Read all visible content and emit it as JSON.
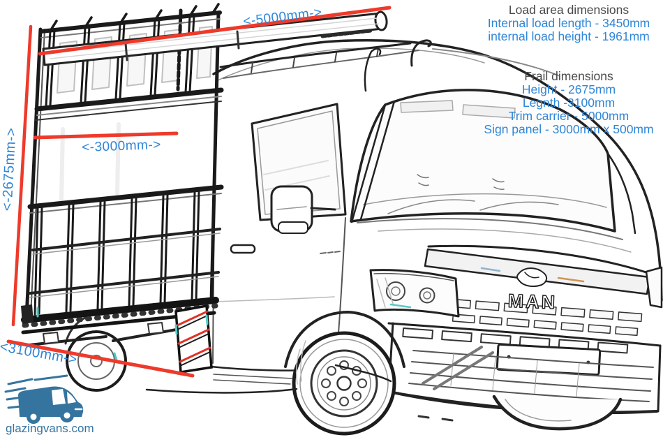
{
  "info": {
    "load_area": {
      "title": "Load area dimensions",
      "lines": [
        "Internal load length - 3450mm",
        "internal load height - 1961mm"
      ]
    },
    "frail": {
      "title": "Frail dimensions",
      "lines": [
        "Height - 2675mm",
        "Legnth -3100mm",
        "Trim carrier - 5000mm",
        "Sign panel - 3000mm x 500mm"
      ]
    }
  },
  "dimensions": {
    "trim_carrier_label": "<-5000mm->",
    "sign_panel_label": "<-3000mm->",
    "height_label": "<-2675mm->",
    "length_label": "<3100mm->"
  },
  "vehicle": {
    "badge": "MAN"
  },
  "logo": {
    "text": "glazingvans.com"
  },
  "colors": {
    "accent_blue": "#2f86d8",
    "heading_gray": "#4a4a4a",
    "dimension_red": "#ee3a2b",
    "logo_blue": "#35749f",
    "hazard_cyan": "#4ecdcb",
    "sketch_ink": "#1c1c1c"
  }
}
